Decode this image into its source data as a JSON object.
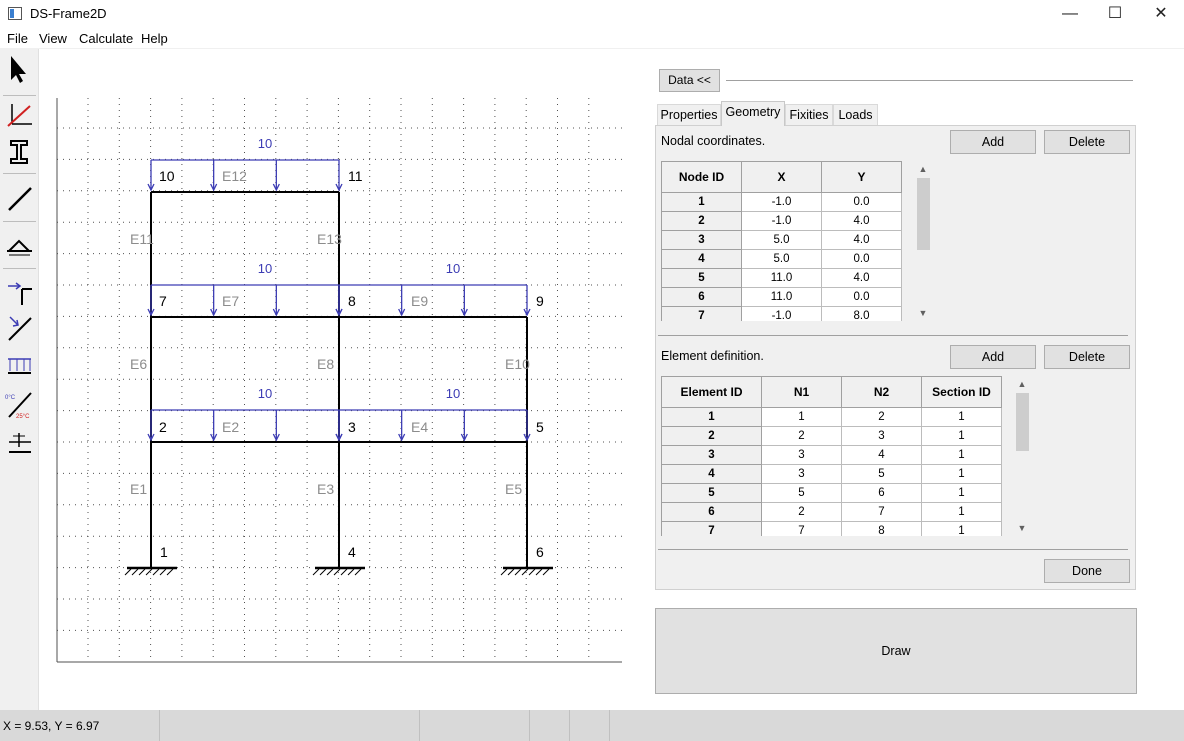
{
  "window": {
    "title": "DS-Frame2D",
    "minimize": "—",
    "maximize": "☐",
    "close": "✕"
  },
  "menu": [
    "File",
    "View",
    "Calculate",
    "Help"
  ],
  "toolbar": {
    "icons": [
      "pointer-icon",
      "axes-icon",
      "section-icon",
      "element-line-icon",
      "support-icon",
      "nodal-load-icon",
      "element-load-icon",
      "distributed-load-icon",
      "temperature-load-icon",
      "hinge-icon"
    ],
    "temp_top": "0°C",
    "temp_bottom": "25°C"
  },
  "canvas": {
    "loads": [
      {
        "text": "10"
      },
      {
        "text": "10"
      },
      {
        "text": "10"
      },
      {
        "text": "10"
      },
      {
        "text": "10"
      }
    ],
    "nodes": [
      "1",
      "2",
      "3",
      "4",
      "5",
      "6",
      "7",
      "8",
      "9",
      "10",
      "11"
    ],
    "elements": [
      "E1",
      "E2",
      "E3",
      "E4",
      "E5",
      "E6",
      "E7",
      "E8",
      "E9",
      "E10",
      "E11",
      "E12",
      "E13"
    ],
    "colors": {
      "frame": "#000000",
      "load": "#3c3cb4",
      "label": "#8c8c8c",
      "grid": "#505050"
    }
  },
  "panel": {
    "data_button": "Data <<",
    "tabs": [
      "Properties",
      "Geometry",
      "Fixities",
      "Loads"
    ],
    "active_tab": "Geometry",
    "nodal": {
      "label": "Nodal coordinates.",
      "add": "Add",
      "delete": "Delete",
      "headers": [
        "Node ID",
        "X",
        "Y"
      ],
      "rows": [
        [
          "1",
          "-1.0",
          "0.0"
        ],
        [
          "2",
          "-1.0",
          "4.0"
        ],
        [
          "3",
          "5.0",
          "4.0"
        ],
        [
          "4",
          "5.0",
          "0.0"
        ],
        [
          "5",
          "11.0",
          "4.0"
        ],
        [
          "6",
          "11.0",
          "0.0"
        ],
        [
          "7",
          "-1.0",
          "8.0"
        ]
      ]
    },
    "elements": {
      "label": "Element definition.",
      "add": "Add",
      "delete": "Delete",
      "headers": [
        "Element ID",
        "N1",
        "N2",
        "Section ID"
      ],
      "rows": [
        [
          "1",
          "1",
          "2",
          "1"
        ],
        [
          "2",
          "2",
          "3",
          "1"
        ],
        [
          "3",
          "3",
          "4",
          "1"
        ],
        [
          "4",
          "3",
          "5",
          "1"
        ],
        [
          "5",
          "5",
          "6",
          "1"
        ],
        [
          "6",
          "2",
          "7",
          "1"
        ],
        [
          "7",
          "7",
          "8",
          "1"
        ]
      ]
    },
    "done": "Done",
    "draw": "Draw"
  },
  "status": {
    "coords": "X = 9.53, Y = 6.97"
  },
  "scroll_arrows": {
    "up": "▲",
    "down": "▼"
  }
}
